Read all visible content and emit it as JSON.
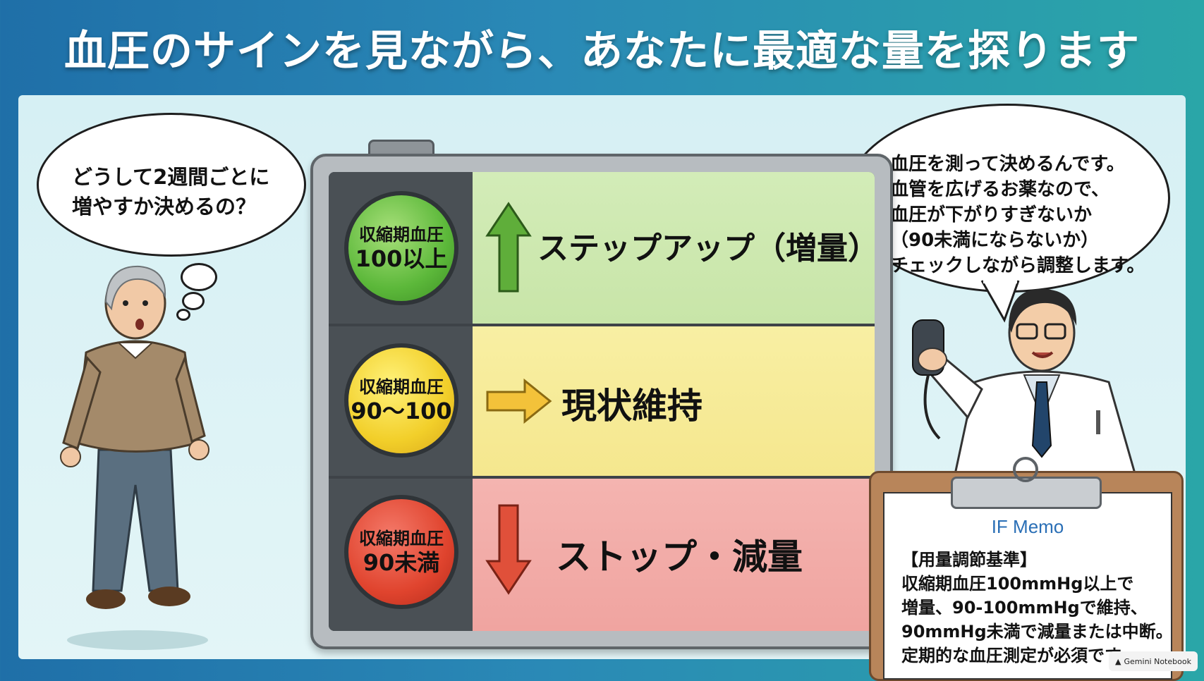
{
  "title": "血圧のサインを見ながら、あなたに最適な量を探ります",
  "patient_bubble": {
    "line1": "どうして2週間ごとに",
    "line2": "増やすか決めるの？"
  },
  "doctor_bubble": {
    "lines": [
      "血圧を測って決めるんです。",
      "血管を広げるお薬なので、",
      "血圧が下がりすぎないか",
      "（90未満にならないか）",
      "チェックしながら調整します。"
    ]
  },
  "signal": {
    "rows": [
      {
        "lamp_line1": "収縮期血圧",
        "lamp_line2": "100以上",
        "label": "ステップアップ（増量）",
        "color": "#5cb83a",
        "arrow": "up-arrow"
      },
      {
        "lamp_line1": "収縮期血圧",
        "lamp_line2": "90〜100",
        "label": "現状維持",
        "color": "#f2cf2a",
        "arrow": "right-arrow"
      },
      {
        "lamp_line1": "収縮期血圧",
        "lamp_line2": "90未満",
        "label": "ストップ・減量",
        "color": "#e0442e",
        "arrow": "down-arrow"
      }
    ]
  },
  "memo": {
    "title": "IF Memo",
    "lines": [
      "【用量調節基準】",
      "収縮期血圧100mmHg以上で",
      "増量、90-100mmHgで維持、",
      "90mmHg未満で減量または中断。",
      "定期的な血圧測定が必須です。"
    ]
  },
  "badge": "Gemini Notebook"
}
